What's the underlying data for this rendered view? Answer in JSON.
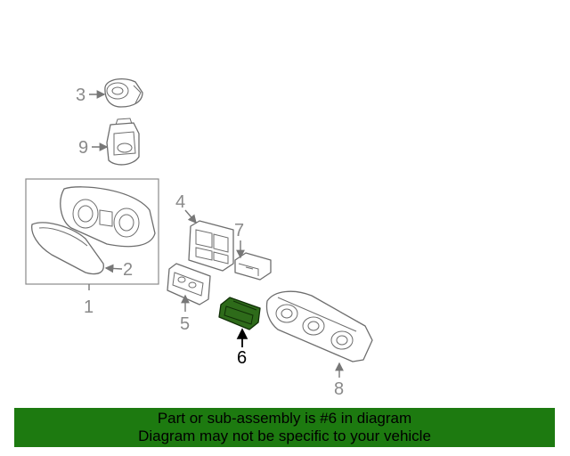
{
  "diagram": {
    "callouts": [
      {
        "id": "1",
        "label": "1"
      },
      {
        "id": "2",
        "label": "2"
      },
      {
        "id": "3",
        "label": "3"
      },
      {
        "id": "4",
        "label": "4"
      },
      {
        "id": "5",
        "label": "5"
      },
      {
        "id": "6",
        "label": "6"
      },
      {
        "id": "7",
        "label": "7"
      },
      {
        "id": "8",
        "label": "8"
      },
      {
        "id": "9",
        "label": "9"
      }
    ],
    "highlight_part": "6",
    "colors": {
      "highlight": "#2e6b1a",
      "line": "#6e6e6e",
      "banner": "#1d7a10"
    }
  },
  "banner": {
    "line1": "Part or sub-assembly is #6 in diagram",
    "line2": "Diagram may not be specific to your vehicle"
  }
}
